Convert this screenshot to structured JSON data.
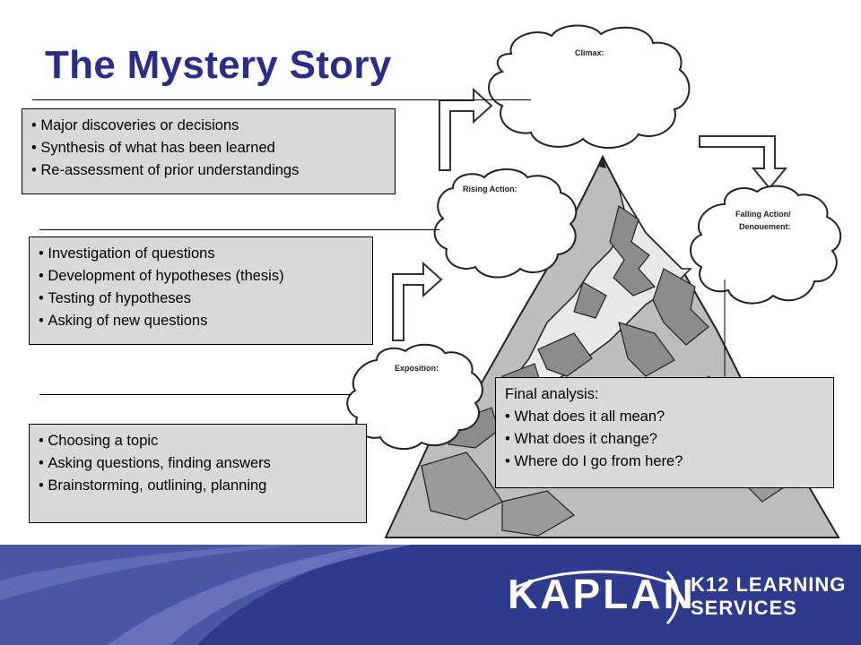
{
  "title": "The Mystery Story",
  "clouds": {
    "climax": "Climax:",
    "rising": "Rising Action:",
    "falling_line1": "Falling Action/",
    "falling_line2": "Denouement:",
    "exposition": "Exposition:"
  },
  "boxes": {
    "climax": [
      "Major discoveries or decisions",
      "Synthesis of what has been learned",
      "Re-assessment of prior understandings"
    ],
    "rising": [
      "Investigation of questions",
      "Development of hypotheses (thesis)",
      "Testing of hypotheses",
      "Asking of new questions"
    ],
    "exposition": [
      "Choosing a topic",
      "Asking questions, finding answers",
      "Brainstorming, outlining, planning"
    ],
    "final": {
      "heading": "Final analysis:",
      "items": [
        "What does it all mean?",
        "What does it change?",
        "Where do I go from here?"
      ]
    }
  },
  "footer": {
    "brand": "KAPLAN",
    "line1": "K12 LEARNING",
    "line2": "SERVICES",
    "colors": {
      "band": "#2e3a8e",
      "band_light": "#6e79bd"
    }
  }
}
